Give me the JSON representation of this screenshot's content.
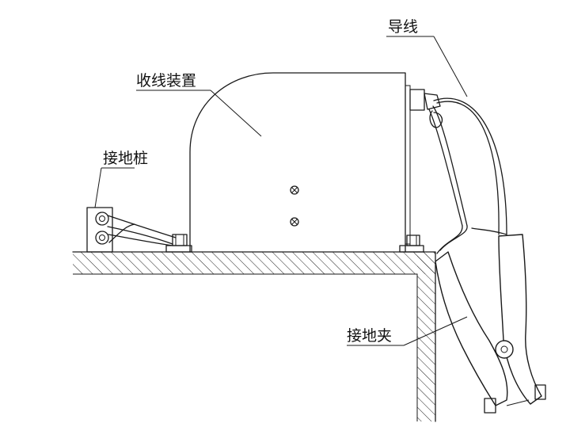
{
  "labels": {
    "reel": "收线装置",
    "wire": "导线",
    "ground_stake": "接地桩",
    "ground_clamp": "接地夹"
  }
}
